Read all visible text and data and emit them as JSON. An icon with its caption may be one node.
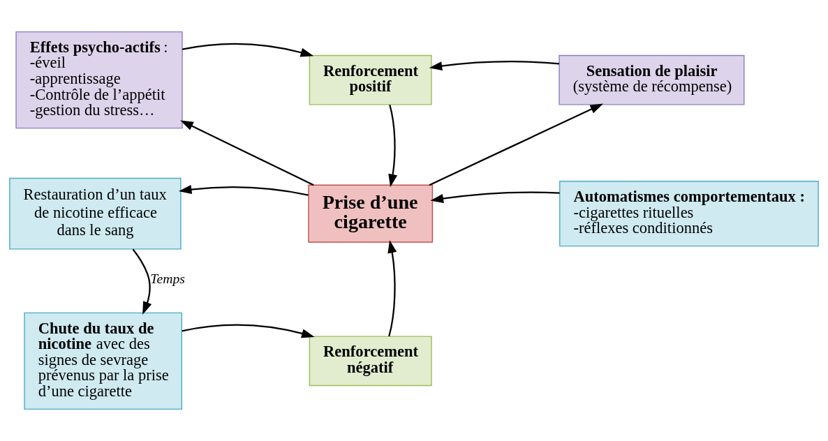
{
  "diagram": {
    "nodes": [
      {
        "text": [
          "**Effets psycho-actifs** :",
          "-éveil",
          "-apprentissage",
          "-Contrôle de l’appétit",
          "-gestion du stress…"
        ]
      },
      {
        "text": [
          "**Renforcement positif**"
        ]
      },
      {
        "text": [
          "**Sensation de plaisir**",
          "(système de récompense)"
        ]
      },
      {
        "text": [
          "**Prise d’une cigarette**"
        ]
      },
      {
        "text": [
          "Restauration d’un taux de nicotine efficace dans le sang"
        ]
      },
      {
        "text": [
          "**Automatismes comportementaux :**",
          "-cigarettes rituelles",
          "-réflexes conditionnés"
        ]
      },
      {
        "text": [
          "**Chute du taux de nicotine** avec des signes de sevrage prévenus par la prise d’une cigarette"
        ]
      },
      {
        "text": [
          "**Renforcement négatif**"
        ]
      }
    ],
    "edges": [
      {
        "from": 0,
        "to": 1,
        "arrow": "to"
      },
      {
        "from": 2,
        "to": 1,
        "arrow": "to"
      },
      {
        "from": 1,
        "to": 3,
        "arrow": "to"
      },
      {
        "from": 3,
        "to": 0,
        "arrow": "to"
      },
      {
        "from": 3,
        "to": 2,
        "arrow": "to"
      },
      {
        "from": 3,
        "to": 4,
        "arrow": "to"
      },
      {
        "from": 5,
        "to": 3,
        "arrow": "to"
      },
      {
        "from": 4,
        "to": 6,
        "arrow": "to",
        "label": "*Temps*"
      },
      {
        "from": 6,
        "to": 7,
        "arrow": "to"
      },
      {
        "from": 7,
        "to": 3,
        "arrow": "to"
      }
    ]
  }
}
